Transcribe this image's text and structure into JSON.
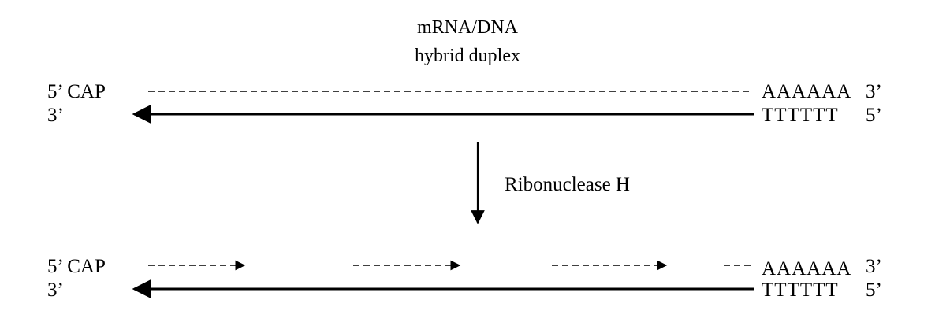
{
  "title": {
    "line1": "mRNA/DNA",
    "line2": "hybrid duplex"
  },
  "top_duplex": {
    "strand1_left": "5’ CAP",
    "strand1_right": "AAAAAA",
    "strand1_right_end": "3’",
    "strand2_left": "3’",
    "strand2_right": "TTTTTT",
    "strand2_right_end": "5’"
  },
  "enzyme": {
    "label": "Ribonuclease H"
  },
  "bottom_duplex": {
    "strand1_left": "5’ CAP",
    "strand1_right": "AAAAAA",
    "strand1_right_end": "3’",
    "strand2_left": "3’",
    "strand2_right": "TTTTTT",
    "strand2_right_end": "5’",
    "fragment_count": 3
  },
  "colors": {
    "ink": "#000000",
    "background": "#ffffff"
  }
}
